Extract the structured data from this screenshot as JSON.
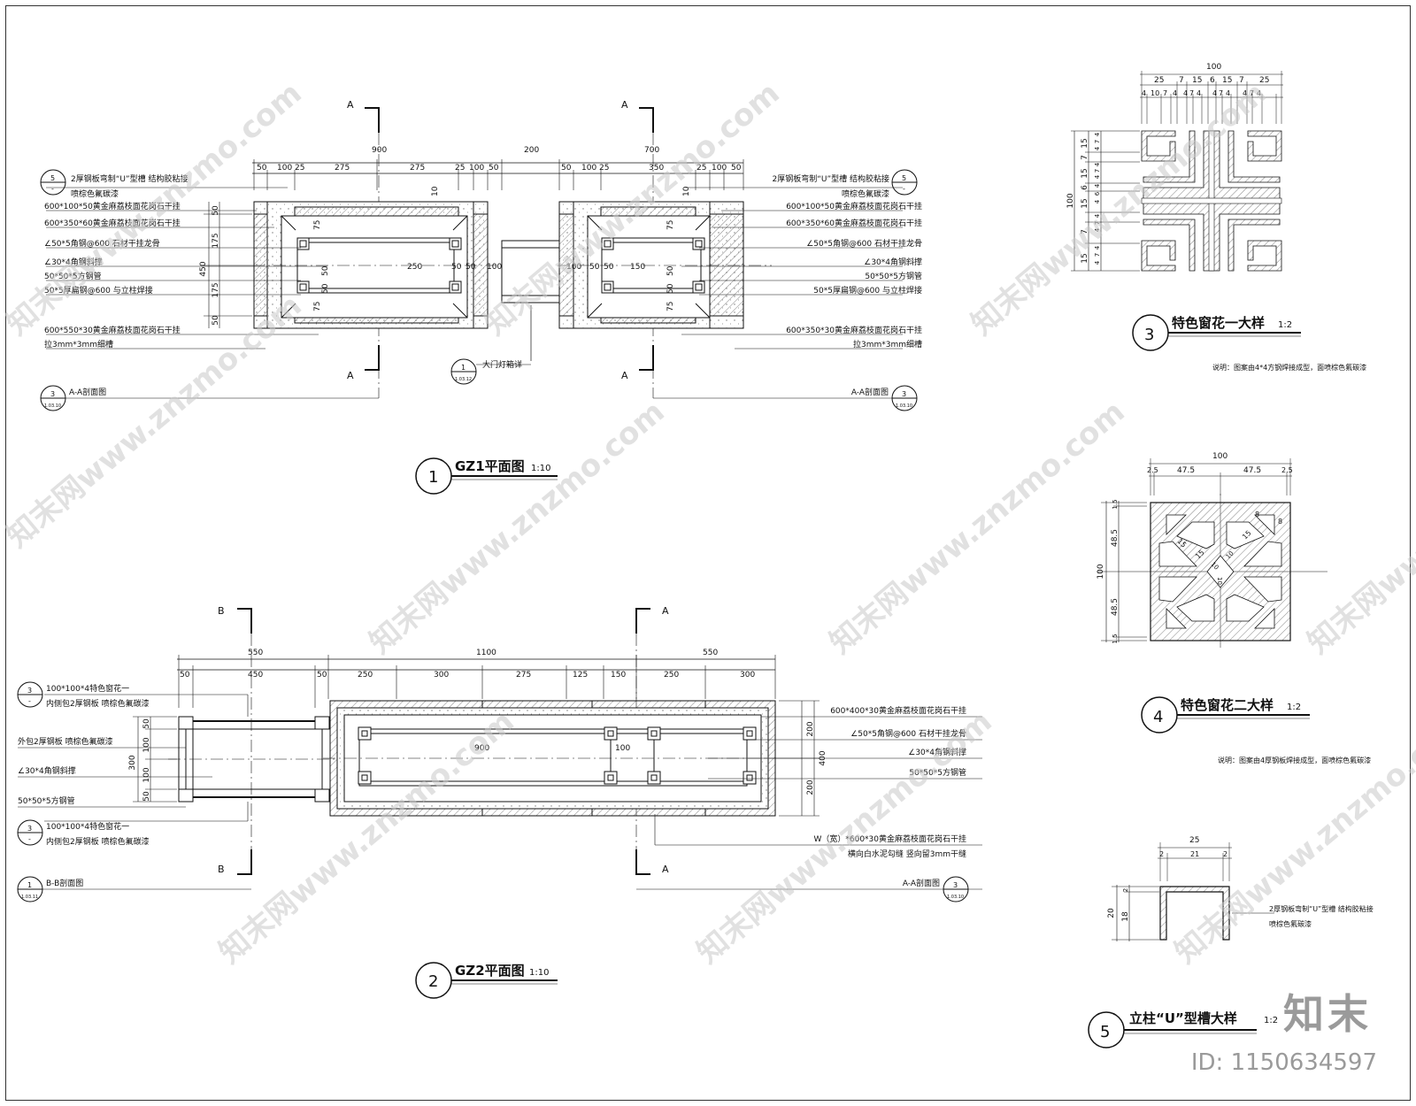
{
  "gz1": {
    "title": "GZ1平面图",
    "scale": "1:10",
    "num": "1",
    "section_marks": [
      "A",
      "A",
      "A",
      "A"
    ],
    "dims_top": [
      "900",
      "200",
      "700"
    ],
    "dims_left_sub": [
      "50",
      "100",
      "25",
      "275",
      "275",
      "25",
      "100",
      "50"
    ],
    "dims_right_sub": [
      "50",
      "100",
      "25",
      "350",
      "25",
      "100",
      "50"
    ],
    "dims_vert": [
      "450",
      "50",
      "175",
      "175",
      "50"
    ],
    "inner_dims": [
      "250",
      "50",
      "50",
      "100",
      "100",
      "50",
      "50",
      "150",
      "10",
      "10",
      "75",
      "75",
      "75",
      "75",
      "50",
      "50",
      "50",
      "50"
    ],
    "left_notes": [
      "2厚钢板弯制“U”型槽  结构胶粘接",
      "喷棕色氟碳漆",
      "600*100*50黄金麻荔枝面花岗石干挂",
      "600*350*60黄金麻荔枝面花岗石干挂",
      "∠50*5角钢@600  石材干挂龙骨",
      "∠30*4角钢斜撑",
      "50*50*5方钢管",
      "50*5厚扁钢@600 与立柱焊接",
      "600*550*30黄金麻荔枝面花岗石干挂",
      "拉3mm*3mm细槽"
    ],
    "right_notes": [
      "2厚钢板弯制“U”型槽  结构胶粘接",
      "喷棕色氟碳漆",
      "600*100*50黄金麻荔枝面花岗石干挂",
      "600*350*60黄金麻荔枝面花岗石干挂",
      "∠50*5角钢@600  石材干挂龙骨",
      "∠30*4角钢斜撑",
      "50*50*5方钢管",
      "50*5厚扁钢@600 与立柱焊接",
      "600*350*30黄金麻荔枝面花岗石干挂",
      "拉3mm*3mm细槽"
    ],
    "ref_left_top": {
      "num": "5",
      "sheet": "-"
    },
    "ref_right_top": {
      "num": "5",
      "sheet": "-"
    },
    "ref_left_bottom": {
      "num": "3",
      "sheet": "1.03.10",
      "label": "A-A剖面图"
    },
    "ref_right_bottom": {
      "num": "3",
      "sheet": "1.03.10",
      "label": "A-A剖面图"
    },
    "ref_mid": {
      "num": "1",
      "sheet": "1.03.12",
      "label": "大门灯箱详"
    }
  },
  "gz2": {
    "title": "GZ2平面图",
    "scale": "1:10",
    "num": "2",
    "section_marks": [
      "B",
      "B",
      "A",
      "A"
    ],
    "dims_top": [
      "550",
      "1100",
      "550"
    ],
    "dims_sub": [
      "50",
      "450",
      "50",
      "250",
      "300",
      "275",
      "125",
      "150",
      "250",
      "300"
    ],
    "dims_vert_left": [
      "300",
      "50",
      "100",
      "100",
      "50"
    ],
    "dims_vert_right": [
      "400",
      "200",
      "200"
    ],
    "inner_dims": [
      "900",
      "100"
    ],
    "left_notes": [
      "100*100*4特色窗花一",
      "内侧包2厚钢板  喷棕色氟碳漆",
      "外包2厚钢板  喷棕色氟碳漆",
      "∠30*4角钢斜撑",
      "50*50*5方钢管",
      "100*100*4特色窗花一",
      "内侧包2厚钢板  喷棕色氟碳漆"
    ],
    "right_notes": [
      "600*400*30黄金麻荔枝面花岗石干挂",
      "∠50*5角钢@600  石材干挂龙骨",
      "∠30*4角钢斜撑",
      "50*50*5方钢管",
      "W（宽）*600*30黄金麻荔枝面花岗石干挂",
      "横向白水泥勾缝  竖向留3mm干缝"
    ],
    "ref_left_top1": {
      "num": "3",
      "sheet": "-"
    },
    "ref_left_top2": {
      "num": "3",
      "sheet": "-"
    },
    "ref_left_bottom": {
      "num": "1",
      "sheet": "1.03.11",
      "label": "B-B剖面图"
    },
    "ref_right_bottom": {
      "num": "3",
      "sheet": "1.03.10",
      "label": "A-A剖面图"
    }
  },
  "d3": {
    "num": "3",
    "title": "特色窗花一大样",
    "scale": "1:2",
    "note": "说明：图案由4*4方钢焊接成型，面喷棕色氟碳漆",
    "dim_total": "100",
    "dims_row1": [
      "25",
      "7",
      "15",
      "6",
      "15",
      "7",
      "25"
    ],
    "dims_row2": [
      "4",
      "10",
      "7",
      "4",
      "4",
      "7",
      "4",
      "4",
      "7",
      "4",
      "4",
      "7",
      "4"
    ],
    "dims_vert": [
      "100",
      "15",
      "7",
      "15",
      "6",
      "15",
      "7",
      "15"
    ],
    "dims_vert_fine": [
      "4",
      "7",
      "4",
      "4",
      "7",
      "4",
      "4",
      "6",
      "4",
      "4",
      "7",
      "4",
      "4",
      "7",
      "4"
    ]
  },
  "d4": {
    "num": "4",
    "title": "特色窗花二大样",
    "scale": "1:2",
    "note": "说明：图案由4厚钢板焊接成型，面喷棕色氟碳漆",
    "dims_h": [
      "100",
      "2.5",
      "47.5",
      "47.5",
      "2.5"
    ],
    "dims_v": [
      "100",
      "1.5",
      "48.5",
      "48.5",
      "1.5"
    ],
    "inner": [
      "8",
      "8",
      "15",
      "15",
      "15",
      "10",
      "10",
      "10"
    ]
  },
  "d5": {
    "num": "5",
    "title": "立柱“U”型槽大样",
    "scale": "1:2",
    "dims_h": [
      "25",
      "2",
      "21",
      "2"
    ],
    "dims_v": [
      "20",
      "2",
      "18"
    ],
    "notes": [
      "2厚钢板弯制“U”型槽  结构胶粘接",
      "喷棕色氟碳漆"
    ]
  },
  "watermark_text": "知末网www.znzmo.com",
  "brand": "知末",
  "brand_id": "ID: 1150634597"
}
